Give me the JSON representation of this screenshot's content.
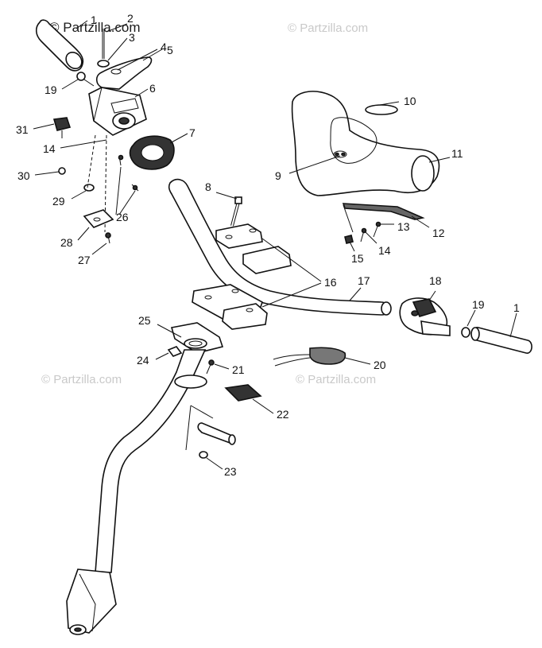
{
  "watermarks": {
    "top_left": "© Partzilla.com",
    "top_right": "© Partzilla.com",
    "mid_left": "© Partzilla.com",
    "mid_right": "© Partzilla.com"
  },
  "callouts": [
    {
      "id": "c-1a",
      "text": "1"
    },
    {
      "id": "c-2",
      "text": "2"
    },
    {
      "id": "c-3",
      "text": "3"
    },
    {
      "id": "c-4",
      "text": "4"
    },
    {
      "id": "c-5",
      "text": "5"
    },
    {
      "id": "c-19a",
      "text": "19"
    },
    {
      "id": "c-6",
      "text": "6"
    },
    {
      "id": "c-31",
      "text": "31"
    },
    {
      "id": "c-7",
      "text": "7"
    },
    {
      "id": "c-14a",
      "text": "14"
    },
    {
      "id": "c-30",
      "text": "30"
    },
    {
      "id": "c-29",
      "text": "29"
    },
    {
      "id": "c-26",
      "text": "26"
    },
    {
      "id": "c-28",
      "text": "28"
    },
    {
      "id": "c-27",
      "text": "27"
    },
    {
      "id": "c-8",
      "text": "8"
    },
    {
      "id": "c-10",
      "text": "10"
    },
    {
      "id": "c-11",
      "text": "11"
    },
    {
      "id": "c-9",
      "text": "9"
    },
    {
      "id": "c-13",
      "text": "13"
    },
    {
      "id": "c-12",
      "text": "12"
    },
    {
      "id": "c-14b",
      "text": "14"
    },
    {
      "id": "c-15",
      "text": "15"
    },
    {
      "id": "c-16",
      "text": "16"
    },
    {
      "id": "c-17",
      "text": "17"
    },
    {
      "id": "c-18",
      "text": "18"
    },
    {
      "id": "c-19b",
      "text": "19"
    },
    {
      "id": "c-1b",
      "text": "1"
    },
    {
      "id": "c-25",
      "text": "25"
    },
    {
      "id": "c-24",
      "text": "24"
    },
    {
      "id": "c-21",
      "text": "21"
    },
    {
      "id": "c-20",
      "text": "20"
    },
    {
      "id": "c-22",
      "text": "22"
    },
    {
      "id": "c-23",
      "text": "23"
    }
  ]
}
